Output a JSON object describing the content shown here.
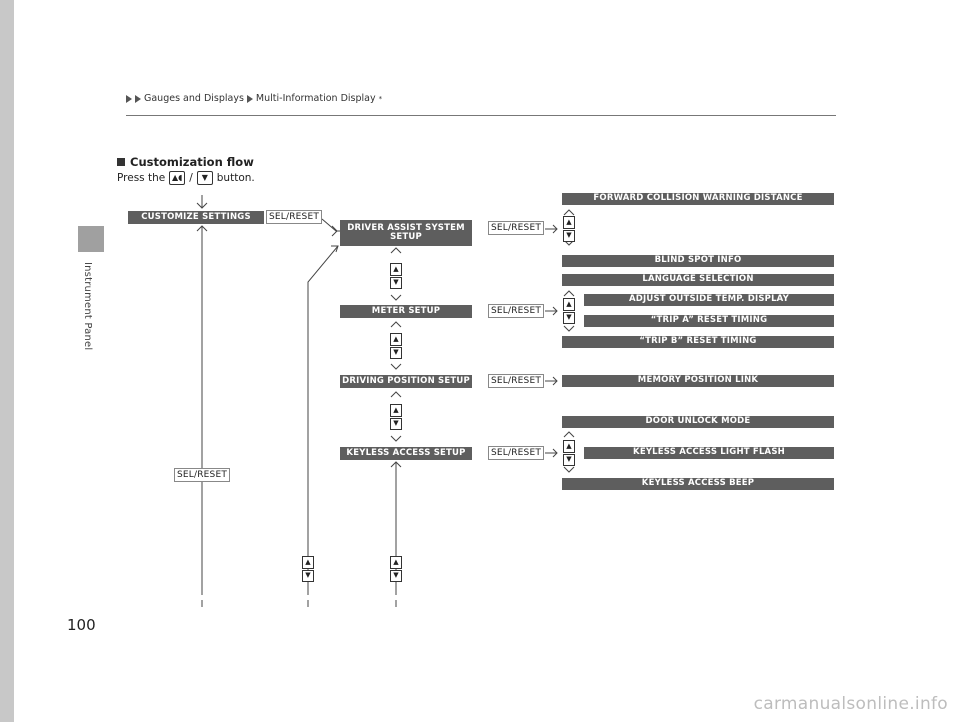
{
  "sidebar": {
    "label": "Instrument Panel"
  },
  "breadcrumb": {
    "item1": "Gauges and Displays",
    "item2": "Multi-Information Display",
    "item2_mark": "*"
  },
  "section": {
    "title": "Customization flow"
  },
  "intro": {
    "before": "Press the",
    "separator": "/",
    "after": "button."
  },
  "flow": {
    "customize_settings": "CUSTOMIZE SETTINGS",
    "sel_reset": "SEL/RESET",
    "driver_assist_line1": "DRIVER ASSIST SYSTEM",
    "driver_assist_line2": "SETUP",
    "meter_setup": "METER SETUP",
    "driving_position_setup": "DRIVING POSITION SETUP",
    "keyless_access_setup": "KEYLESS ACCESS SETUP",
    "forward_collision": "FORWARD COLLISION WARNING DISTANCE",
    "blind_spot": "BLIND SPOT INFO",
    "language_selection": "LANGUAGE SELECTION",
    "adjust_outside_temp": "ADJUST OUTSIDE TEMP. DISPLAY",
    "trip_a": "“TRIP A” RESET TIMING",
    "trip_b": "“TRIP B” RESET TIMING",
    "memory_position": "MEMORY POSITION LINK",
    "door_unlock": "DOOR UNLOCK MODE",
    "keyless_light_flash": "KEYLESS ACCESS LIGHT FLASH",
    "keyless_beep": "KEYLESS ACCESS BEEP"
  },
  "page_number": "100",
  "watermark": "carmanualsonline.info",
  "colors": {
    "box_fill": "#5e5e5e",
    "sidebar": "#c8c8c8",
    "tab": "#a0a0a0"
  },
  "icons": {
    "up_arrow": "up-arrow-icon",
    "down_arrow": "down-arrow-icon",
    "thumbwheel": "thumbwheel-icon"
  }
}
